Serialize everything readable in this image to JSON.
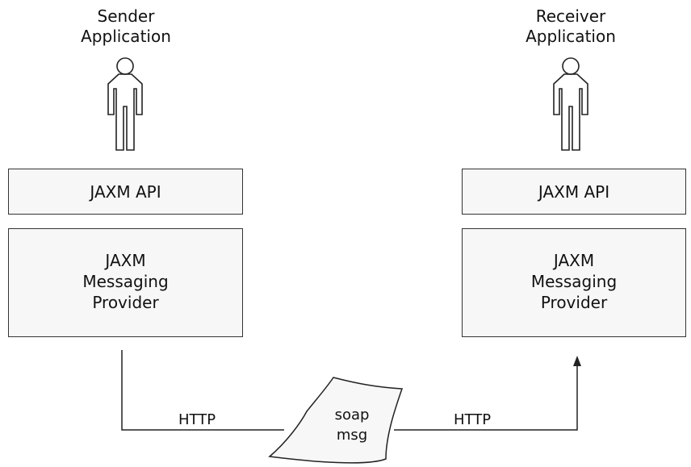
{
  "sender": {
    "title_line1": "Sender",
    "title_line2": "Application",
    "api_label": "JAXM API",
    "provider_line1": "JAXM",
    "provider_line2": "Messaging",
    "provider_line3": "Provider"
  },
  "receiver": {
    "title_line1": "Receiver",
    "title_line2": "Application",
    "api_label": "JAXM API",
    "provider_line1": "JAXM",
    "provider_line2": "Messaging",
    "provider_line3": "Provider"
  },
  "connection": {
    "left_protocol": "HTTP",
    "right_protocol": "HTTP",
    "message_line1": "soap",
    "message_line2": "msg"
  },
  "icons": [
    "person-icon",
    "soap-document-icon",
    "arrow-up-icon"
  ]
}
